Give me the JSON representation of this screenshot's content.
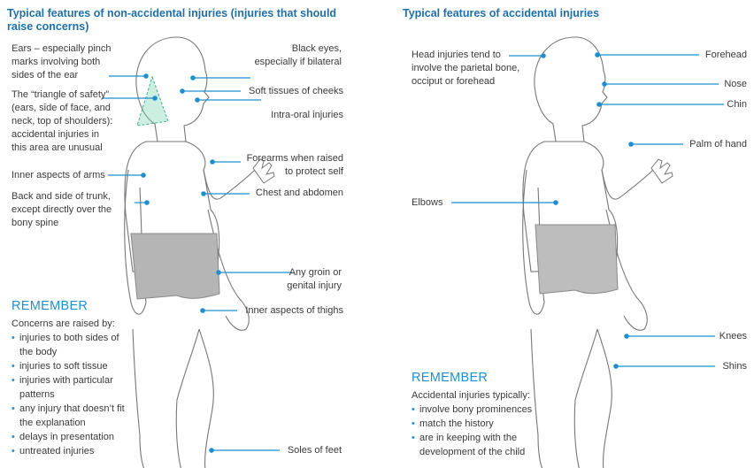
{
  "left": {
    "title": "Typical features of non-accidental injuries (injuries that should raise concerns)",
    "labels": {
      "ears": "Ears – especially pinch marks involving both sides of the ear",
      "triangle": "The “triangle of safety” (ears, side of face, and neck, top of shoulders): accidental injuries in this area are unusual",
      "inner_arms": "Inner aspects of arms",
      "back_trunk": "Back and side of trunk, except directly over the bony spine",
      "black_eyes": "Black eyes, especially if bilateral",
      "cheeks": "Soft tissues of cheeks",
      "intra_oral": "Intra-oral injuries",
      "forearms": "Forearms when raised to protect self",
      "chest": "Chest and abdomen",
      "groin": "Any groin or genital injury",
      "thighs": "Inner aspects of thighs",
      "soles": "Soles of feet"
    },
    "remember": {
      "heading": "REMEMBER",
      "intro": "Concerns are raised by:",
      "items": [
        "injuries to both sides of the body",
        "injuries to soft tissue",
        "injuries with particular patterns",
        "any injury that doesn’t fit the explanation",
        "delays in presentation",
        "untreated injuries"
      ]
    }
  },
  "right": {
    "title": "Typical features of accidental injuries",
    "labels": {
      "head": "Head injuries tend to involve the parietal bone, occiput or forehead",
      "forehead": "Forehead",
      "nose": "Nose",
      "chin": "Chin",
      "palm": "Palm of hand",
      "elbows": "Elbows",
      "knees": "Knees",
      "shins": "Shins"
    },
    "remember": {
      "heading": "REMEMBER",
      "intro": "Accidental injuries typically:",
      "items": [
        "involve bony prominences",
        "match the history",
        "are in keeping with the development of the child"
      ]
    }
  },
  "colors": {
    "title": "#1f6fa8",
    "accent": "#1f8fd0",
    "shorts": "#b5b5b5",
    "triangle": "#7fd8b4"
  }
}
